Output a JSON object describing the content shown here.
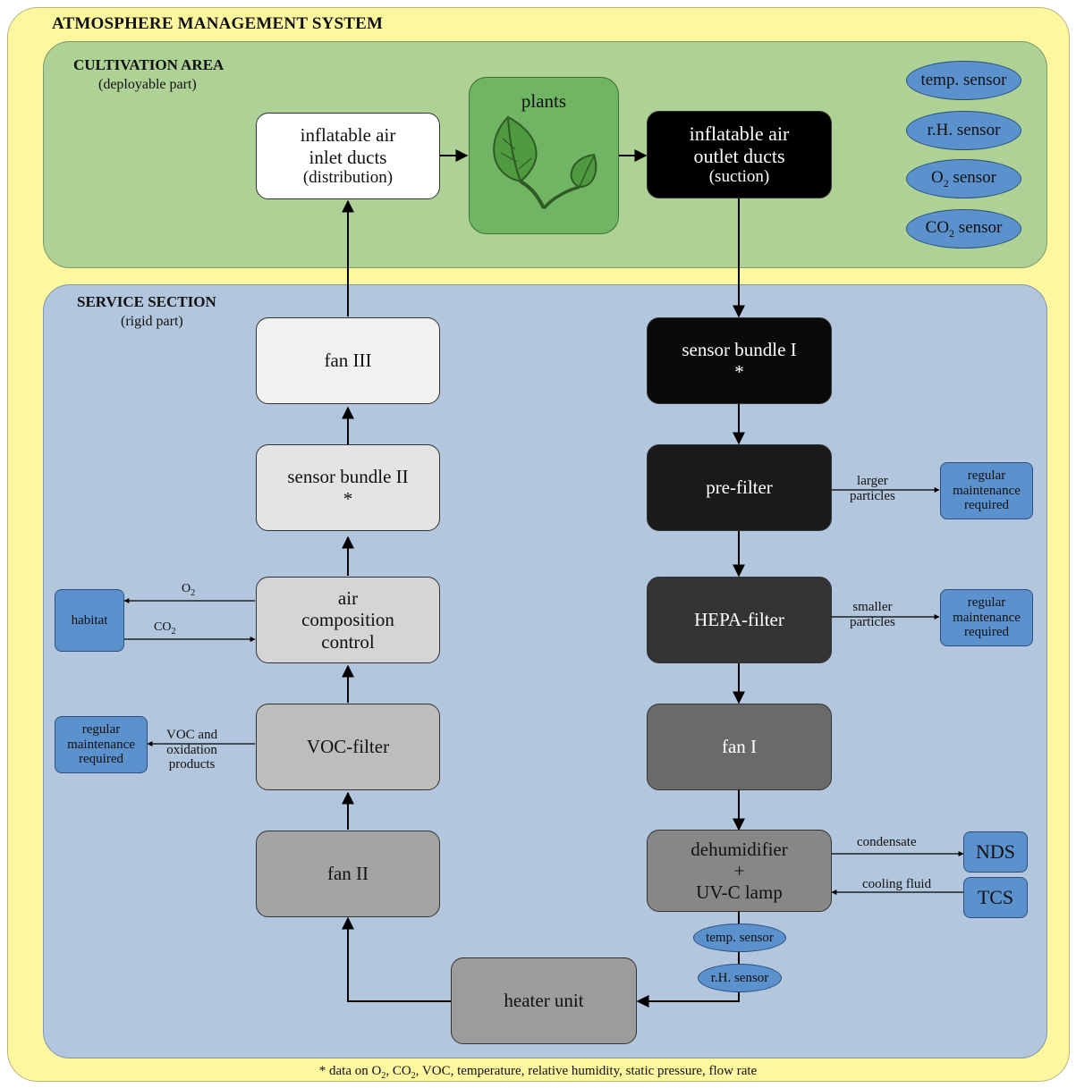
{
  "title": "ATMOSPHERE MANAGEMENT SYSTEM",
  "cultivation": {
    "title": "CULTIVATION AREA",
    "subtitle": "(deployable part)",
    "inlet": [
      "inflatable air",
      "inlet ducts",
      "(distribution)"
    ],
    "plants": "plants",
    "outlet": [
      "inflatable air",
      "outlet ducts",
      "(suction)"
    ],
    "sensors": {
      "temp": "temp. sensor",
      "rh": "r.H. sensor",
      "o2": [
        "O",
        "2",
        " sensor"
      ],
      "co2": [
        "CO",
        "2",
        " sensor"
      ]
    }
  },
  "service": {
    "title": "SERVICE SECTION",
    "subtitle": "(rigid part)",
    "fan3": "fan III",
    "bundle2": [
      "sensor bundle II",
      "*"
    ],
    "acc": [
      "air",
      "composition",
      "control"
    ],
    "voc": "VOC-filter",
    "fan2": "fan II",
    "heater": "heater unit",
    "bundle1": [
      "sensor bundle I",
      "*"
    ],
    "prefilter": "pre-filter",
    "hepa": "HEPA-filter",
    "fan1": "fan I",
    "dehum": [
      "dehumidifier",
      "+",
      "UV-C lamp"
    ],
    "habitat": "habitat",
    "o2_label": [
      "O",
      "2"
    ],
    "co2_label": [
      "CO",
      "2"
    ],
    "maintenance": [
      "regular",
      "maintenance",
      "required"
    ],
    "voc_out": [
      "VOC and",
      "oxidation",
      "products"
    ],
    "larger": [
      "larger",
      "particles"
    ],
    "smaller": [
      "smaller",
      "particles"
    ],
    "condensate": "condensate",
    "cooling": "cooling fluid",
    "nds": "NDS",
    "tcs": "TCS",
    "temp_sensor": "temp. sensor",
    "rh_sensor": "r.H. sensor"
  },
  "footnote": {
    "a": "* data on O",
    "b": ", CO",
    "c": ", VOC, temperature, relative humidity, static pressure, flow rate",
    "sub": "2"
  },
  "colors": {
    "outer": "#fdf7a0",
    "cultivation": "#aed195",
    "service": "#b2c6dd",
    "sensor_blue": "#5b91cc"
  }
}
